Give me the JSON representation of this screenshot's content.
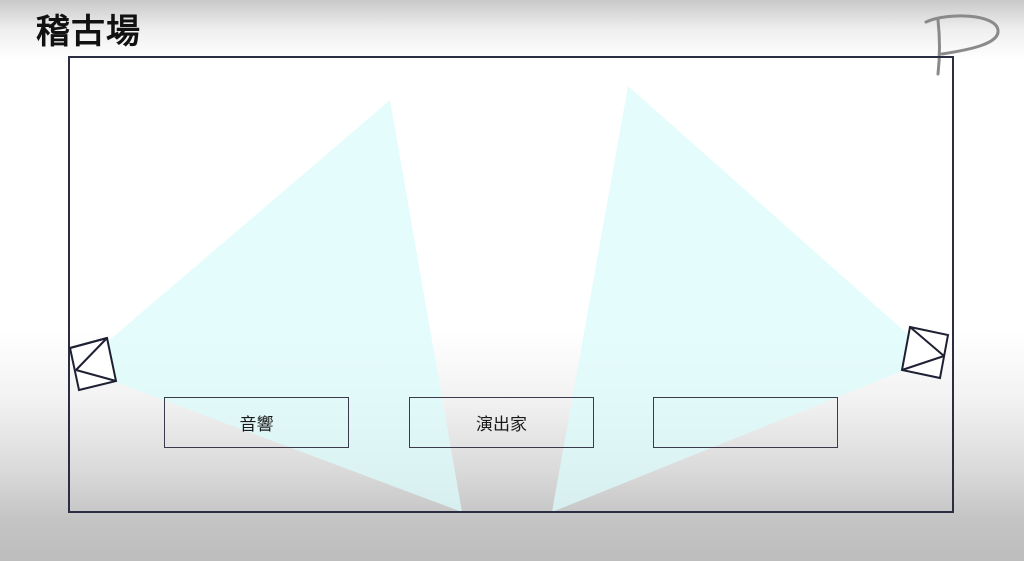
{
  "title": "稽古場",
  "zones": [
    {
      "label": "音響"
    },
    {
      "label": "演出家"
    },
    {
      "label": ""
    }
  ],
  "colors": {
    "frame": "#2b2d42",
    "beam": "#dcfbfb",
    "text": "#111111"
  },
  "icons": {
    "left_speaker": "speaker-icon",
    "right_speaker": "speaker-icon",
    "logo": "p-logo-icon"
  }
}
